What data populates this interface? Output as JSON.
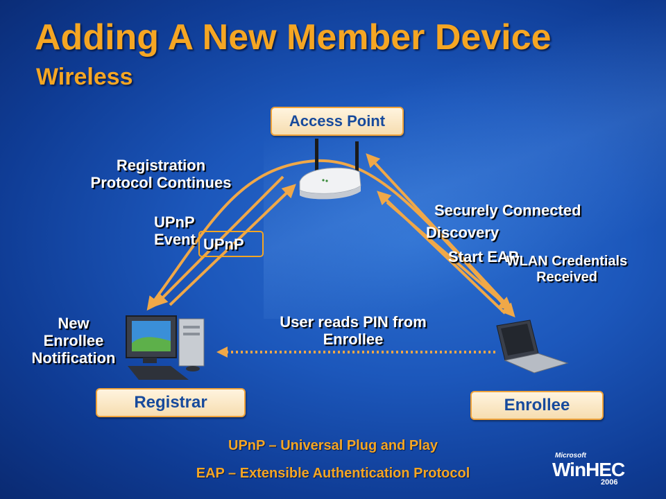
{
  "slide": {
    "title": "Adding A New Member Device",
    "subtitle": "Wireless"
  },
  "nodes": {
    "access_point": "Access Point",
    "registrar": "Registrar",
    "enrollee": "Enrollee"
  },
  "labels": {
    "registration_line1": "Registration",
    "registration_line2": "Protocol Continues",
    "upnp_event_line1": "UPnP",
    "upnp_event_line2": "Event",
    "upnp_boxed": "UPnP",
    "securely_connected": "Securely Connected",
    "discovery": "Discovery",
    "start_eap": "Start EAP",
    "wlan_line1": "WLAN Credentials",
    "wlan_line2": "Received",
    "user_reads_line1": "User reads PIN from",
    "user_reads_line2": "Enrollee",
    "new_enrollee_line1": "New",
    "new_enrollee_line2": "Enrollee",
    "new_enrollee_line3": "Notification"
  },
  "footer": {
    "upnp_def": "UPnP – Universal Plug and Play",
    "eap_def": "EAP – Extensible Authentication Protocol"
  },
  "logo": {
    "small": "Microsoft",
    "name": "WinHEC",
    "year": "2006"
  },
  "colors": {
    "accent": "#f5a623",
    "arrow": "#f0a848",
    "node_text": "#174a9c"
  }
}
